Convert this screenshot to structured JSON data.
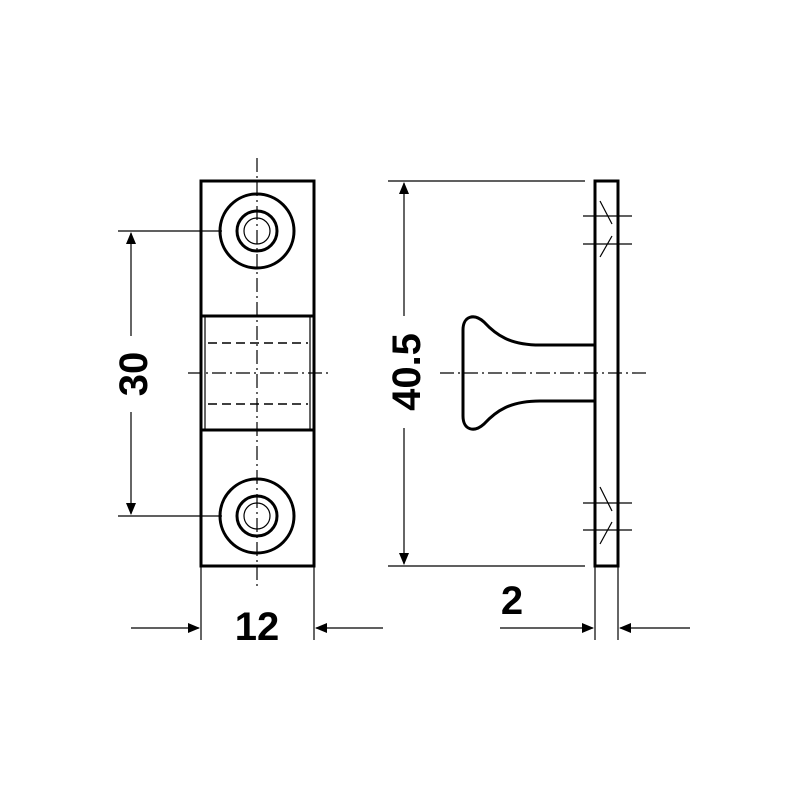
{
  "drawing": {
    "dimensions": {
      "hole_spacing": "30",
      "plate_width": "12",
      "plate_height": "40.5",
      "plate_thickness": "2"
    },
    "line_color": "#000000",
    "background": "#ffffff"
  }
}
